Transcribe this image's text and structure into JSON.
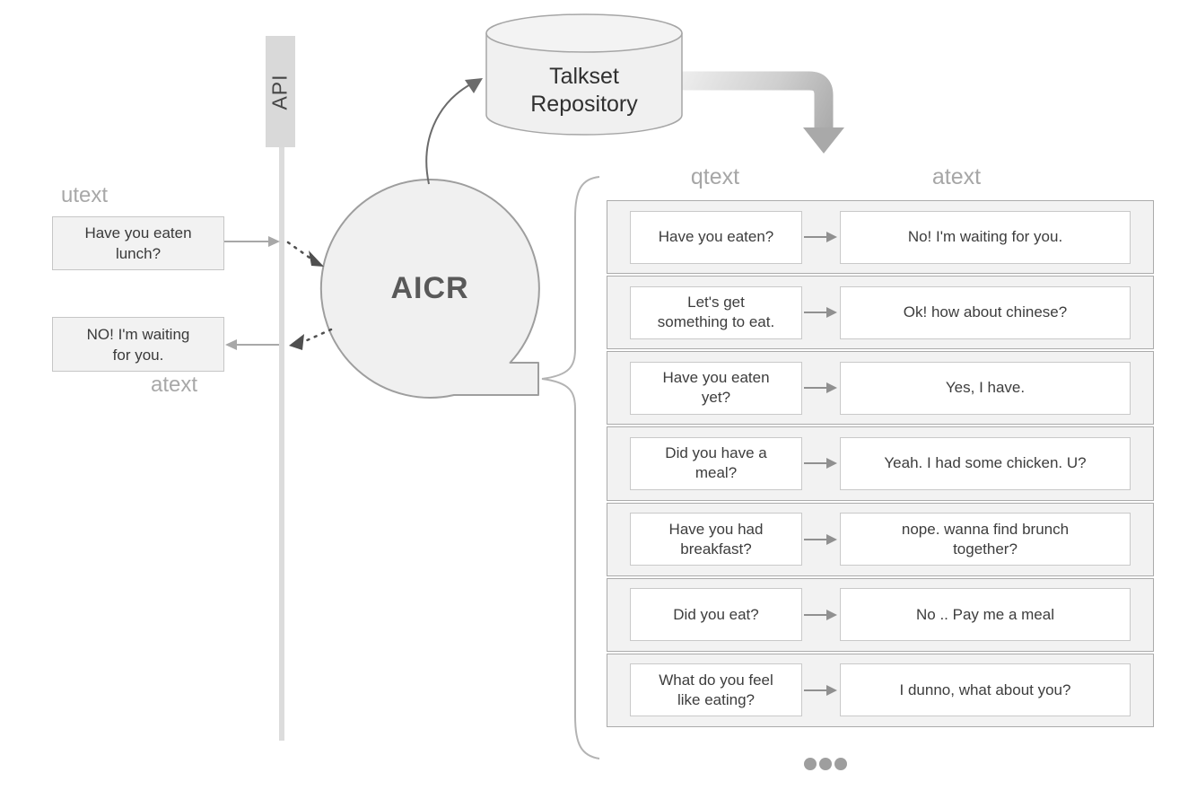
{
  "api_lane": {
    "label": "API"
  },
  "client": {
    "utext_label": "utext",
    "atext_label": "atext",
    "user_message": "Have you eaten\nlunch?",
    "answer_message": "NO! I'm waiting\nfor you."
  },
  "aicr": {
    "label": "AICR"
  },
  "repository": {
    "label": "Talkset\nRepository"
  },
  "talkset_table": {
    "qtext_header": "qtext",
    "atext_header": "atext",
    "rows": [
      {
        "qtext": "Have you eaten?",
        "atext": "No! I'm waiting for you."
      },
      {
        "qtext": "Let's get\nsomething to eat.",
        "atext": "Ok! how about chinese?"
      },
      {
        "qtext": "Have you eaten\nyet?",
        "atext": "Yes, I have."
      },
      {
        "qtext": "Did you have a\nmeal?",
        "atext": "Yeah. I had some chicken. U?"
      },
      {
        "qtext": "Have you had\nbreakfast?",
        "atext": "nope. wanna find brunch\ntogether?"
      },
      {
        "qtext": "Did you eat?",
        "atext": "No .. Pay me a meal"
      },
      {
        "qtext": "What do you feel\nlike eating?",
        "atext": "I dunno, what about you?"
      }
    ]
  },
  "colors": {
    "box_fill": "#f2f2f2",
    "box_border": "#c6c6c6",
    "shape_fill": "#f0f0f0",
    "shape_stroke": "#9e9e9e",
    "muted_label": "#a6a6a6",
    "solid_arrow": "#a8a8a8",
    "dotted_arrow": "#4f4f4f",
    "thick_arrow_start": "#ededed",
    "thick_arrow_end": "#a9a9a9"
  }
}
